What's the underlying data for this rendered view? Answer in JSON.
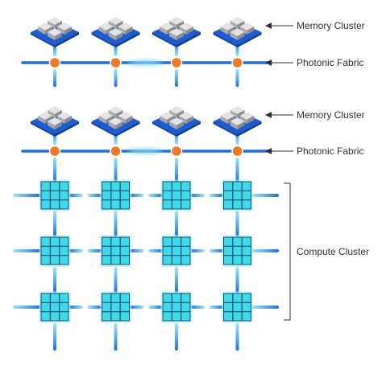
{
  "labels": {
    "memory_cluster_top": "Memory Cluster",
    "photonic_fabric_top": "Photonic Fabric",
    "memory_cluster_bottom": "Memory Cluster",
    "photonic_fabric_bottom": "Photonic Fabric",
    "compute_cluster": "Compute Cluster"
  },
  "colors": {
    "fabric_line": "#1d6fe0",
    "fabric_glow": "#7fd8f5",
    "node_fill": "#f07a22",
    "node_stroke": "#ffffff",
    "memory_base": "#1a5cd6",
    "memory_chip_top": "#e4e4e4",
    "memory_chip_side": "#a9a9a9",
    "compute_chip": "#3fd9e8",
    "compute_grid": "#0f4f73",
    "arrow": "#2b2f3a",
    "bracket": "#2b2f3a"
  },
  "counts": {
    "columns": 4,
    "memory_rows": 2,
    "compute_rows": 3
  }
}
